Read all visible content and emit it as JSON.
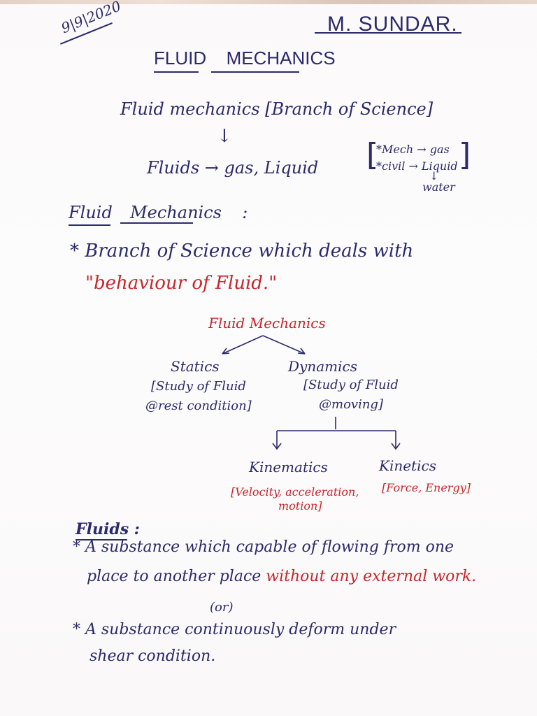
{
  "header": {
    "date": "9|9|2020",
    "author": "M. SUNDAR."
  },
  "title": {
    "word1": "FLUID",
    "word2": "MECHANICS"
  },
  "intro": {
    "line1": "Fluid mechanics [Branch of Science]",
    "arrow": "↓",
    "line2": "Fluids → gas, Liquid",
    "side1": "*Mech → gas",
    "side2": "*civil → Liquid",
    "side_arrow": "↓",
    "side3": "water"
  },
  "definition": {
    "heading_w1": "Fluid",
    "heading_w2": "Mechanics",
    "heading_colon": ":",
    "line1": "* Branch of Science which deals with",
    "line2": "\"behaviour of Fluid.\""
  },
  "tree": {
    "root": "Fluid Mechanics",
    "statics": "Statics",
    "statics_desc1": "[Study of Fluid",
    "statics_desc2": "@rest condition]",
    "dynamics": "Dynamics",
    "dynamics_desc1": "[Study of Fluid",
    "dynamics_desc2": "@moving]",
    "kinematics": "Kinematics",
    "kinematics_desc1": "[Velocity, acceleration,",
    "kinematics_desc2": "motion]",
    "kinetics": "Kinetics",
    "kinetics_desc": "[Force, Energy]"
  },
  "fluids": {
    "heading": "Fluids :",
    "p1": "* A substance which capable of flowing from one",
    "p2a": "place to another place",
    "p2b": "without any external work.",
    "or": "(or)",
    "p3": "* A substance continuously deform under",
    "p4": "shear condition."
  },
  "colors": {
    "ink": "#2b2a6b",
    "red": "#c8252b",
    "paper": "#fdfcfc"
  }
}
